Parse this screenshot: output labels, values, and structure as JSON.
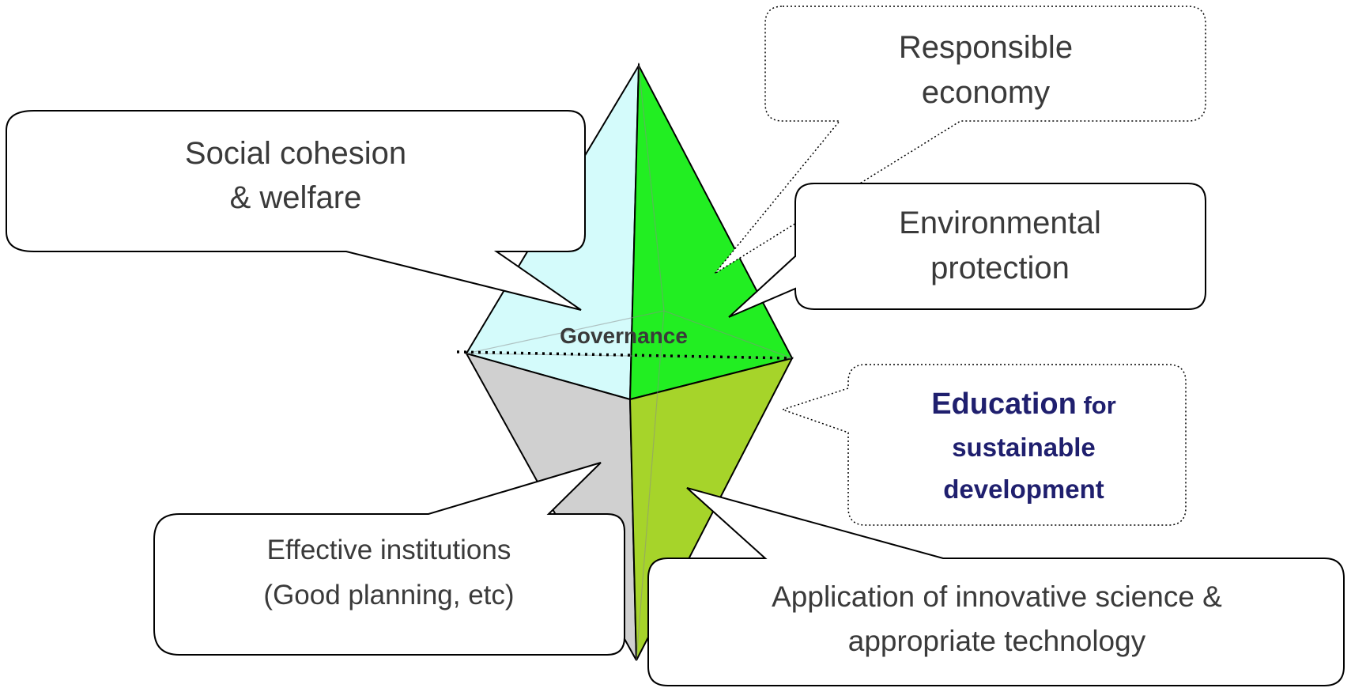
{
  "governance": "Governance",
  "callouts": {
    "social": {
      "lines": [
        "Social cohesion",
        "& welfare"
      ]
    },
    "economy": {
      "lines": [
        "Responsible",
        "economy"
      ]
    },
    "environment": {
      "lines": [
        "Environmental",
        "protection"
      ]
    },
    "education": {
      "line1_big": "Education",
      "line1_small": " for",
      "line2": "sustainable",
      "line3": "development"
    },
    "institutions": {
      "lines": [
        "Effective institutions",
        "(Good planning, etc)"
      ]
    },
    "science": {
      "lines": [
        "Application of innovative science &",
        "appropriate technology"
      ]
    }
  },
  "colors": {
    "social_face": "#d4fbfb",
    "environment_face": "#22ee22",
    "institutions_face": "#d0d0d0",
    "science_face": "#a6d42a",
    "education_text": "#1f1f6e"
  }
}
